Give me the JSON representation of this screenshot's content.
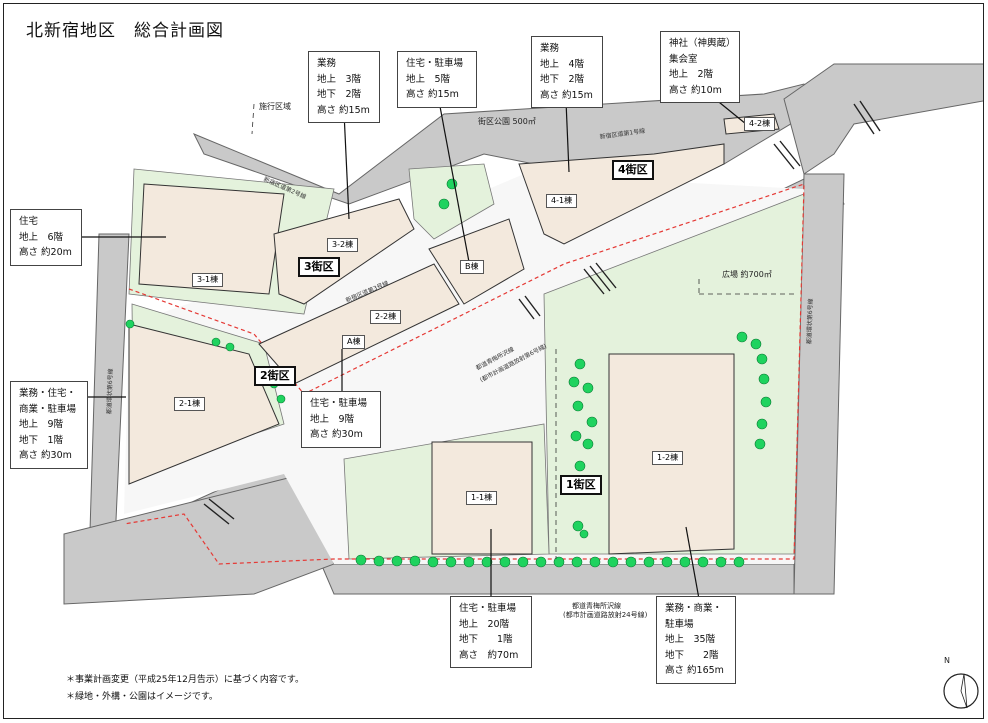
{
  "title": "北新宿地区　総合計画図",
  "area_labels": {
    "site_area": "施行区域",
    "park": "街区公園 500㎡",
    "plaza": "広場 約700㎡"
  },
  "district_labels": {
    "d1": "1街区",
    "d2": "2街区",
    "d3": "3街区",
    "d4": "4街区"
  },
  "building_labels": {
    "b11": "1-1棟",
    "b12": "1-2棟",
    "b21": "2-1棟",
    "b22": "2-2棟",
    "b31": "3-1棟",
    "b32": "3-2棟",
    "b41": "4-1棟",
    "b42": "4-2棟",
    "bA": "A棟",
    "bB": "B棟"
  },
  "road_labels": {
    "r1": "都道環状第6号線",
    "r2": "新宿区道第2号線",
    "r3": "新宿区道第1号線",
    "r4": "新宿区道第3号線",
    "r5": "都道青梅所沢線",
    "r6": "(都市計画道路放射第6号線)",
    "r7": "都道青梅所沢線",
    "r8": "(都市計画道路放射24号線)",
    "r9": "都道環状第6号線"
  },
  "callouts": {
    "c1": [
      "業務",
      "地上　3階",
      "地下　2階",
      "高さ 約15m"
    ],
    "c2": [
      "住宅・駐車場",
      "地上　5階",
      "高さ 約15m"
    ],
    "c3": [
      "業務",
      "地上　4階",
      "地下　2階",
      "高さ 約15m"
    ],
    "c4": [
      "神社（神輿蔵）",
      "集会室",
      "地上　2階",
      "高さ 約10m"
    ],
    "c5": [
      "住宅",
      "地上　6階",
      "高さ 約20m"
    ],
    "c6": [
      "業務・住宅・",
      "商業・駐車場",
      "地上　9階",
      "地下　1階",
      "高さ 約30m"
    ],
    "c7": [
      "住宅・駐車場",
      "地上　9階",
      "高さ 約30m"
    ],
    "c8": [
      "住宅・駐車場",
      "地上　20階",
      "地下　　1階",
      "高さ　約70m"
    ],
    "c9": [
      "業務・商業・",
      "駐車場",
      "地上　35階",
      "地下　　2階",
      "高さ 約165m"
    ]
  },
  "notes": [
    "＊事業計画変更（平成25年12月告示）に基づく内容です。",
    "＊緑地・外構・公園はイメージです。"
  ],
  "compass_label": "N",
  "colors": {
    "building": "#f3e9dd",
    "green": "#e4f2dc",
    "tree": "#1fd35f",
    "road": "#c9c9c9",
    "boundary": "#e53935"
  }
}
